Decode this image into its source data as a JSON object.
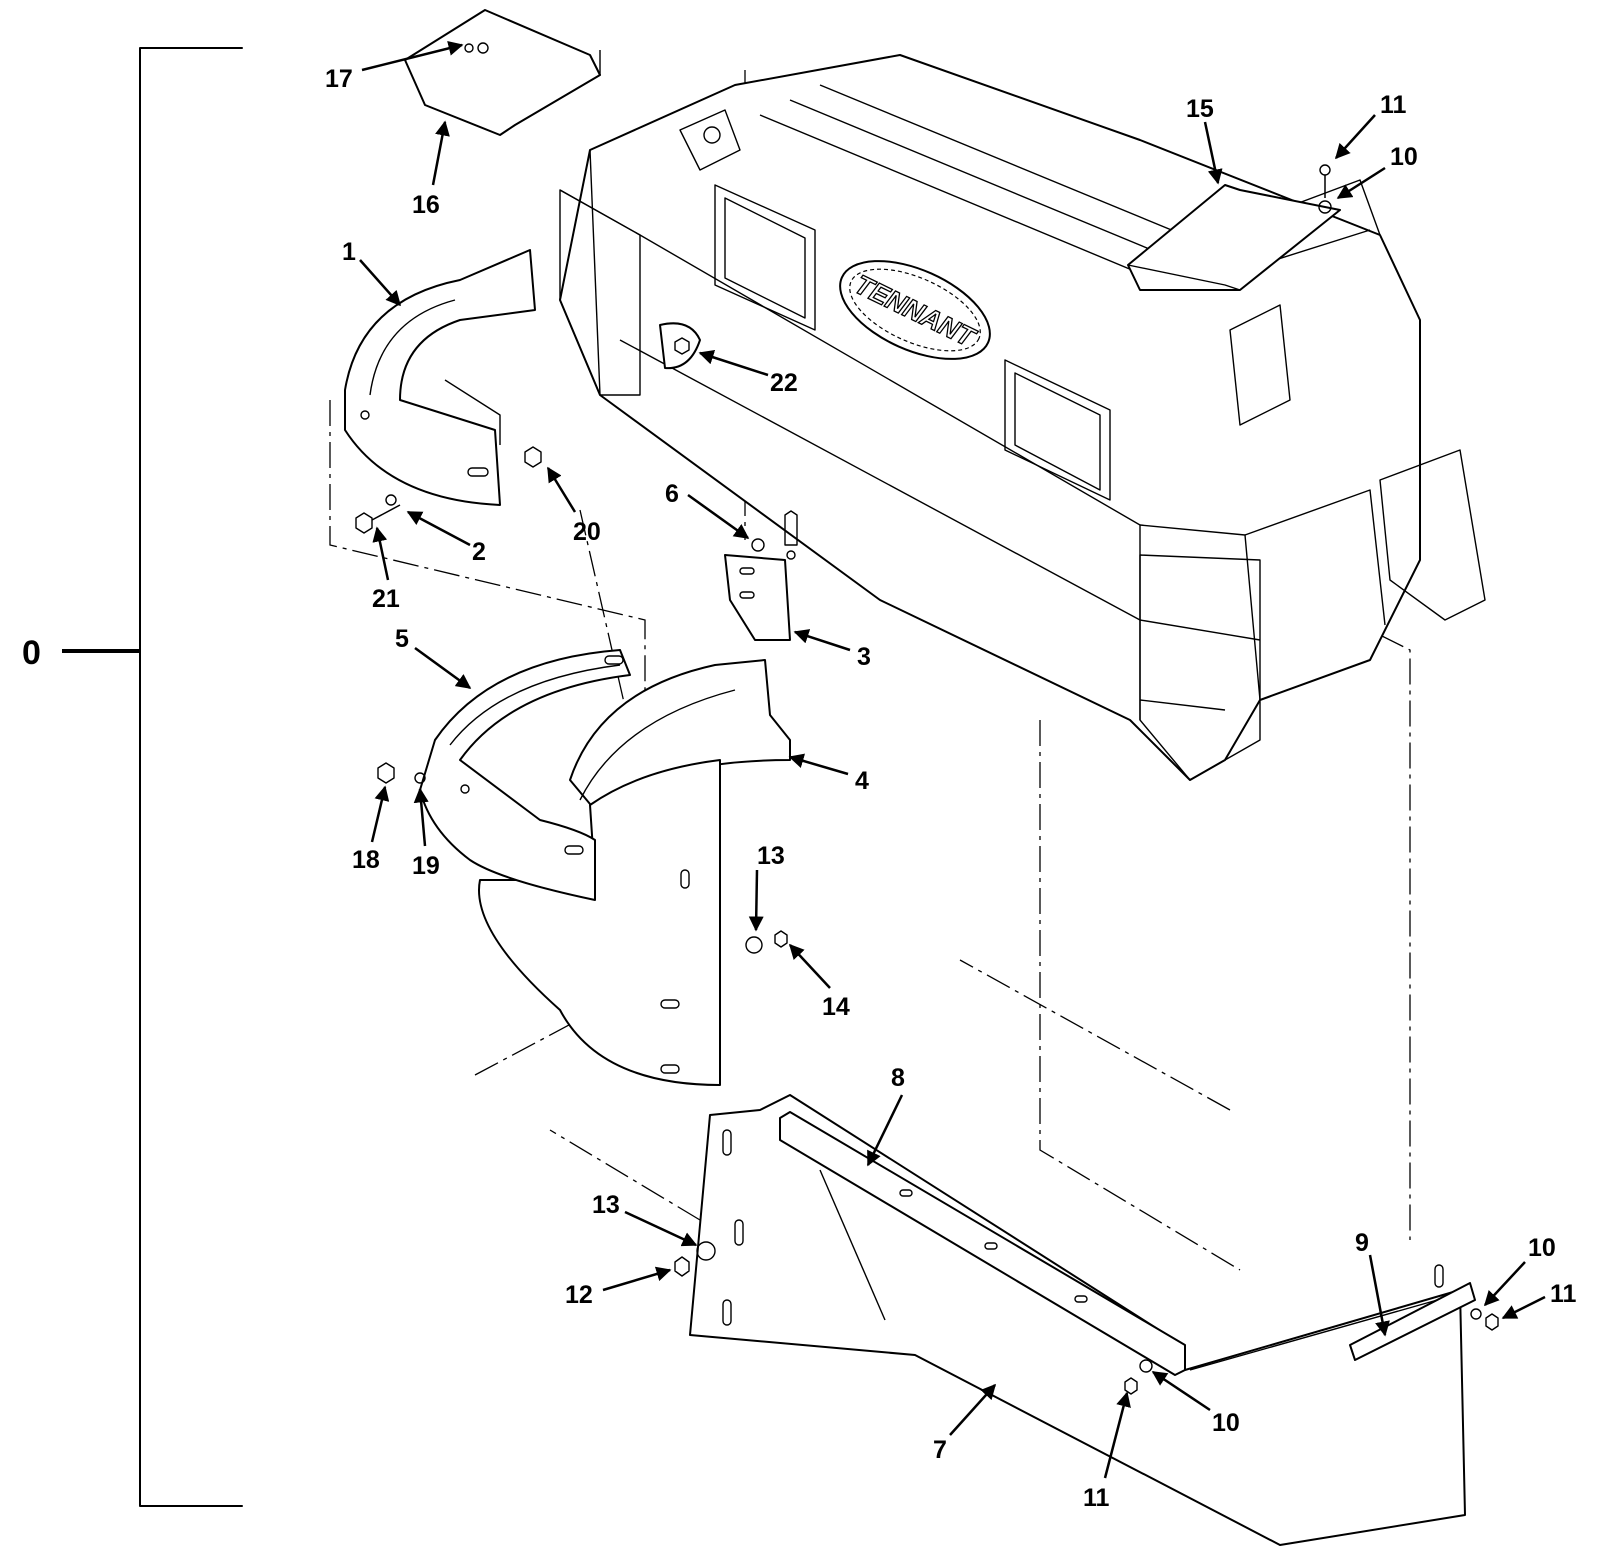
{
  "assembly_label": "0",
  "logo_text": "TENNANT",
  "callouts": [
    {
      "id": "c17",
      "text": "17"
    },
    {
      "id": "c16",
      "text": "16"
    },
    {
      "id": "c1",
      "text": "1"
    },
    {
      "id": "c2",
      "text": "2"
    },
    {
      "id": "c21",
      "text": "21"
    },
    {
      "id": "c20",
      "text": "20"
    },
    {
      "id": "c22",
      "text": "22"
    },
    {
      "id": "c15",
      "text": "15"
    },
    {
      "id": "c11a",
      "text": "11"
    },
    {
      "id": "c10a",
      "text": "10"
    },
    {
      "id": "c6",
      "text": "6"
    },
    {
      "id": "c3",
      "text": "3"
    },
    {
      "id": "c4",
      "text": "4"
    },
    {
      "id": "c5",
      "text": "5"
    },
    {
      "id": "c18",
      "text": "18"
    },
    {
      "id": "c19",
      "text": "19"
    },
    {
      "id": "c13a",
      "text": "13"
    },
    {
      "id": "c14",
      "text": "14"
    },
    {
      "id": "c8",
      "text": "8"
    },
    {
      "id": "c13b",
      "text": "13"
    },
    {
      "id": "c12",
      "text": "12"
    },
    {
      "id": "c7",
      "text": "7"
    },
    {
      "id": "c11b",
      "text": "11"
    },
    {
      "id": "c10b",
      "text": "10"
    },
    {
      "id": "c9",
      "text": "9"
    },
    {
      "id": "c10c",
      "text": "10"
    },
    {
      "id": "c11c",
      "text": "11"
    }
  ]
}
